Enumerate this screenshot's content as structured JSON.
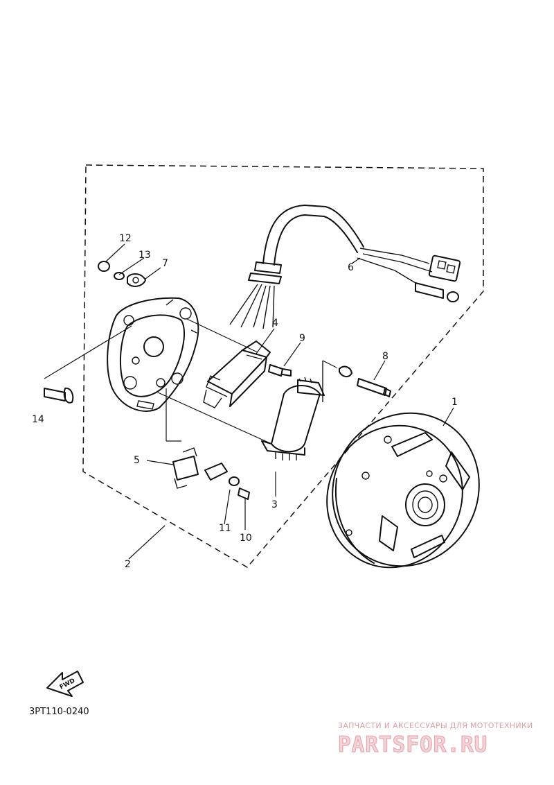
{
  "callouts": [
    {
      "id": "c1",
      "label": "1"
    },
    {
      "id": "c2",
      "label": "2"
    },
    {
      "id": "c3",
      "label": "3"
    },
    {
      "id": "c4",
      "label": "4"
    },
    {
      "id": "c5",
      "label": "5"
    },
    {
      "id": "c6",
      "label": "6"
    },
    {
      "id": "c7",
      "label": "7"
    },
    {
      "id": "c8",
      "label": "8"
    },
    {
      "id": "c9",
      "label": "9"
    },
    {
      "id": "c10",
      "label": "10"
    },
    {
      "id": "c11",
      "label": "11"
    },
    {
      "id": "c12",
      "label": "12"
    },
    {
      "id": "c13",
      "label": "13"
    },
    {
      "id": "c14",
      "label": "14"
    }
  ],
  "diagram_code": "3PT110-0240",
  "fwd_label": "FWD",
  "watermark": {
    "tagline": "ЗАПЧАСТИ И АКСЕССУАРЫ ДЛЯ МОТОТЕХНИКИ",
    "logo": "PARTSFOR.RU"
  },
  "icons": [
    "fwd-arrow-icon"
  ],
  "colors": {
    "line": "#111111",
    "watermark": "#e7a9b1"
  }
}
